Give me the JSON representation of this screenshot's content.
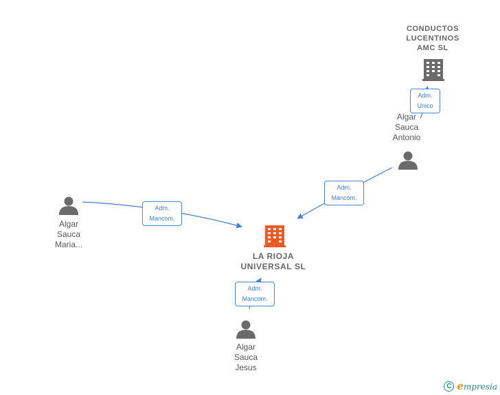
{
  "nodes": {
    "conductos": {
      "type": "company",
      "lines": [
        "CONDUCTOS",
        "LUCENTINOS",
        "AMC SL"
      ],
      "color": "#6b6b6b"
    },
    "antonio": {
      "type": "person",
      "lines": [
        "Algar",
        "Sauca",
        "Antonio"
      ],
      "color": "#6b6b6b"
    },
    "maria": {
      "type": "person",
      "lines": [
        "Algar",
        "Sauca",
        "Maria..."
      ],
      "color": "#6b6b6b"
    },
    "larioja": {
      "type": "company",
      "lines": [
        "LA RIOJA",
        "UNIVERSAL SL"
      ],
      "color": "#f25a24"
    },
    "jesus": {
      "type": "person",
      "lines": [
        "Algar",
        "Sauca",
        "Jesus"
      ],
      "color": "#6b6b6b"
    }
  },
  "edges": [
    {
      "id": "antonio-conductos",
      "from": "antonio",
      "to": "conductos",
      "label": [
        "Adm.",
        "Unico"
      ]
    },
    {
      "id": "antonio-larioja",
      "from": "antonio",
      "to": "larioja",
      "label": [
        "Adm.",
        "Mancom."
      ]
    },
    {
      "id": "maria-larioja",
      "from": "maria",
      "to": "larioja",
      "label": [
        "Adm.",
        "Mancom."
      ]
    },
    {
      "id": "jesus-larioja",
      "from": "jesus",
      "to": "larioja",
      "label": [
        "Adm.",
        "Mancom."
      ]
    }
  ],
  "footer": {
    "copyright_symbol": "C",
    "brand_first": "e",
    "brand_rest": "mpresia"
  },
  "colors": {
    "edge": "#3f7fd6",
    "person_icon": "#6b6b6b",
    "main_company": "#f25a24",
    "other_company": "#6b6b6b"
  }
}
